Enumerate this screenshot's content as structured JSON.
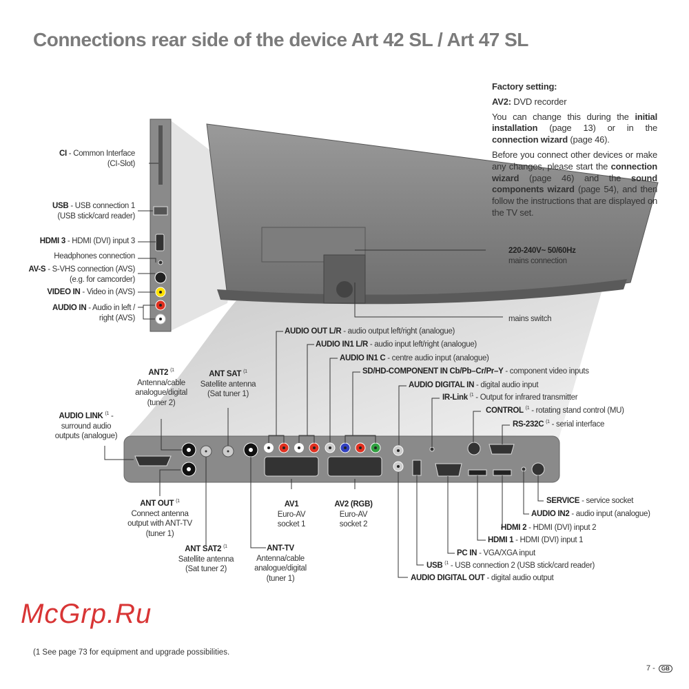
{
  "title": "Connections rear side of the device Art 42 SL / Art 47 SL",
  "factory": {
    "heading": "Factory setting:",
    "av2_bold": "AV2:",
    "av2_text": " DVD recorder",
    "p1": [
      "You can change this during the ",
      "initial installation",
      " (page 13) or in the ",
      "connection wizard",
      " (page 46)."
    ],
    "p2": [
      "Before you connect other devices or make any changes, please start the ",
      "connection wizard",
      " (page 46) and the ",
      "sound components wizard",
      " (page 54), and then follow the instructions that are displayed on the TV set."
    ]
  },
  "side_labels": [
    {
      "b": "CI",
      "t": " - Common Interface",
      "t2": "(CI-Slot)"
    },
    {
      "b": "USB",
      "t": " - USB connection 1",
      "t2": "(USB stick/card reader)"
    },
    {
      "b": "HDMI 3",
      "t": " - HDMI (DVI) input 3"
    },
    {
      "b": "",
      "t": "Headphones connection"
    },
    {
      "b": "AV-S",
      "t": " - S-VHS connection (AVS)",
      "t2": "(e.g. for camcorder)"
    },
    {
      "b": "VIDEO IN",
      "t": " - Video in (AVS)"
    },
    {
      "b": "AUDIO IN",
      "t": " - Audio in left /",
      "t2": "right (AVS)"
    }
  ],
  "mains": {
    "b": "220-240V~ 50/60Hz",
    "t": "mains connection",
    "switch": "mains switch"
  },
  "top_labels": [
    {
      "b": "AUDIO OUT L/R",
      "t": " - audio output left/right (analogue)"
    },
    {
      "b": "AUDIO IN1 L/R",
      "t": " - audio input left/right (analogue)"
    },
    {
      "b": "AUDIO IN1 C",
      "t": " - centre audio input (analogue)"
    },
    {
      "b": "SD/HD-COMPONENT IN Cb/Pb–Cr/Pr–Y",
      "t": " - component video inputs"
    },
    {
      "b": "AUDIO DIGITAL IN",
      "t": " - digital audio input"
    },
    {
      "b": "IR-Link",
      "s": "(1",
      "t": " - Output for infrared transmitter"
    },
    {
      "b": "CONTROL",
      "s": "(1",
      "t": " - rotating stand control (MU)"
    },
    {
      "b": "RS-232C",
      "s": "(1",
      "t": " - serial interface"
    }
  ],
  "left_labels": {
    "ant2": {
      "b": "ANT2",
      "s": "(1",
      "l": [
        "Antenna/cable",
        "analogue/digital",
        "(tuner 2)"
      ]
    },
    "antsat": {
      "b": "ANT SAT",
      "s": "(1",
      "l": [
        "Satellite antenna",
        "(Sat tuner 1)"
      ]
    },
    "audiolink": {
      "b": "AUDIO LINK",
      "s": "(1",
      "t": " -",
      "l": [
        "surround audio",
        "outputs (analogue)"
      ]
    },
    "antout": {
      "b": "ANT OUT",
      "s": "(1",
      "l": [
        "Connect antenna",
        "output with ANT-TV",
        "(tuner 1)"
      ]
    },
    "antsat2": {
      "b": "ANT SAT2",
      "s": "(1",
      "l": [
        "Satellite antenna",
        "(Sat tuner 2)"
      ]
    },
    "anttv": {
      "b": "ANT-TV",
      "l": [
        "Antenna/cable",
        "analogue/digital",
        "(tuner 1)"
      ]
    },
    "av1": {
      "b": "AV1",
      "l": [
        "Euro-AV",
        "socket 1"
      ]
    },
    "av2": {
      "b": "AV2 (RGB)",
      "l": [
        "Euro-AV",
        "socket 2"
      ]
    }
  },
  "bottom_labels": [
    {
      "b": "SERVICE",
      "t": " - service socket"
    },
    {
      "b": "AUDIO IN2",
      "t": " - audio input (analogue)"
    },
    {
      "b": "HDMI 2",
      "t": " - HDMI (DVI) input 2"
    },
    {
      "b": "HDMI 1",
      "t": " - HDMI (DVI) input 1"
    },
    {
      "b": "PC IN",
      "t": " - VGA/XGA input"
    },
    {
      "b": "USB",
      "s": "(1",
      "t": " - USB connection 2 (USB stick/card reader)"
    },
    {
      "b": "AUDIO DIGITAL OUT",
      "t": " - digital audio output"
    }
  ],
  "footnote": "(1 See page 73 for equipment and upgrade possibilities.",
  "page": "7 -",
  "page_badge": "GB",
  "watermark": "McGrp.Ru"
}
